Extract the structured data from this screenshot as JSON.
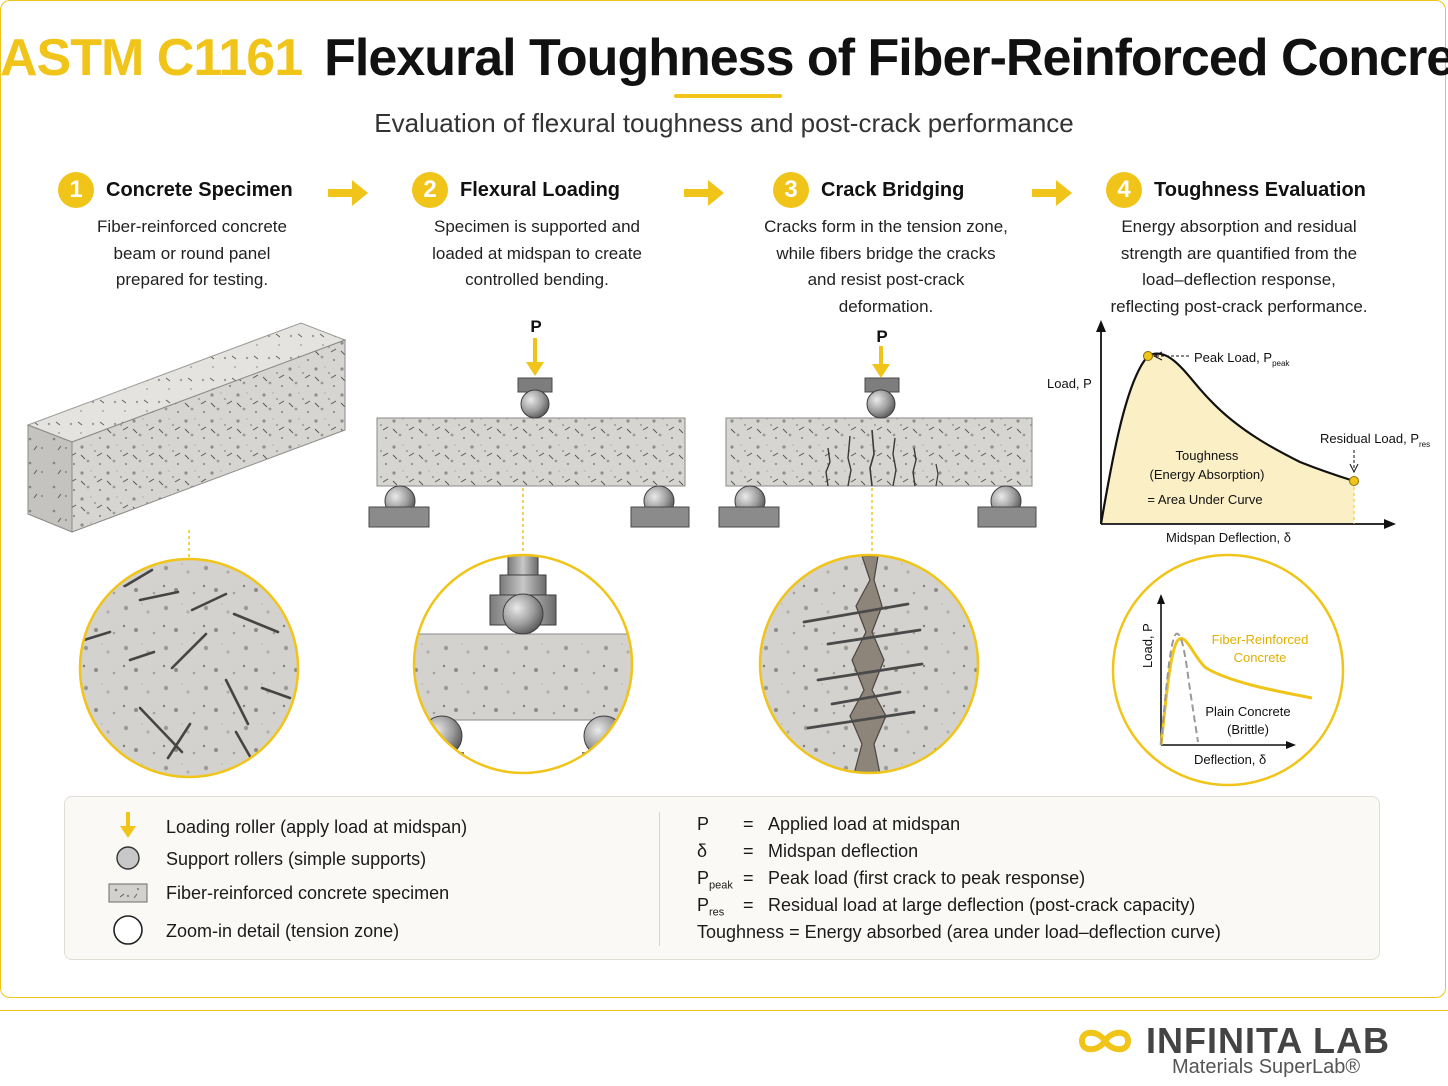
{
  "header": {
    "code": "ASTM C1161",
    "title": "Flexural Toughness of Fiber-Reinforced Concrete",
    "subtitle": "Evaluation of flexural toughness and post-crack performance"
  },
  "steps": [
    {
      "number": "1",
      "title": "Concrete Specimen",
      "lines": [
        "Fiber-reinforced concrete",
        "beam or round panel",
        "prepared for testing."
      ]
    },
    {
      "number": "2",
      "title": "Flexural Loading",
      "lines": [
        "Specimen is supported and",
        "loaded at midspan to create",
        "controlled bending."
      ]
    },
    {
      "number": "3",
      "title": "Crack Bridging",
      "lines": [
        "Cracks form in the tension zone,",
        "while fibers bridge the cracks",
        "and resist post-crack",
        "deformation."
      ]
    },
    {
      "number": "4",
      "title": "Toughness Evaluation",
      "lines": [
        "Energy absorption and residual",
        "strength are quantified from the",
        "load–deflection response,",
        "reflecting post-crack performance."
      ]
    }
  ],
  "load_symbol": "P",
  "curve": {
    "ylabel": "Load, P",
    "xlabel": "Midspan Deflection, δ",
    "peak_label": "Peak Load, P",
    "peak_sub": "peak",
    "residual_label": "Residual Load, P",
    "residual_sub": "res",
    "area_lines": [
      "Toughness",
      "(Energy Absorption)",
      "= Area Under Curve"
    ]
  },
  "comparison": {
    "ylabel": "Load, P",
    "xlabel": "Deflection, δ",
    "frc_lines": [
      "Fiber-Reinforced",
      "Concrete"
    ],
    "plain_lines": [
      "Plain Concrete",
      "(Brittle)"
    ],
    "frc_color": "#f0c419",
    "plain_color": "#999999"
  },
  "legend": {
    "items": [
      {
        "icon": "loading-roller-icon",
        "text": "Loading roller (apply load at midspan)"
      },
      {
        "icon": "support-roller-icon",
        "text": "Support rollers (simple supports)"
      },
      {
        "icon": "specimen-icon",
        "text": "Fiber-reinforced concrete specimen"
      },
      {
        "icon": "zoom-circle-icon",
        "text": "Zoom-in detail (tension zone)"
      }
    ],
    "definitions": [
      {
        "sym": "P",
        "sub": "",
        "eq": "=",
        "text": "Applied load at midspan"
      },
      {
        "sym": "δ",
        "sub": "",
        "eq": "=",
        "text": "Midspan deflection"
      },
      {
        "sym": "P",
        "sub": "peak",
        "eq": "=",
        "text": "Peak load (first crack to peak response)"
      },
      {
        "sym": "P",
        "sub": "res",
        "eq": "=",
        "text": "Residual load at large deflection (post-crack capacity)"
      }
    ],
    "toughness_line": "Toughness = Energy absorbed (area under load–deflection curve)"
  },
  "brand": {
    "name": "INFINITA LAB",
    "tagline": "Materials SuperLab®"
  },
  "colors": {
    "accent": "#f0c419",
    "text": "#1a1a1a",
    "fill_area": "#fbefc6"
  }
}
